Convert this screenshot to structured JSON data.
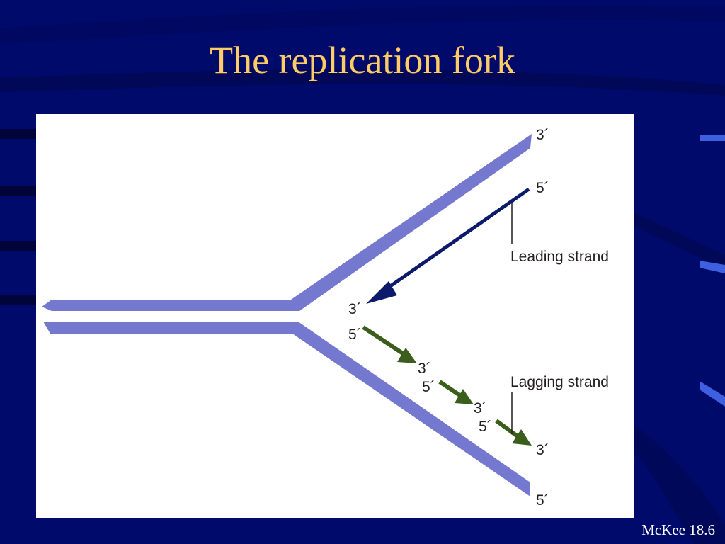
{
  "slide": {
    "title": "The replication fork",
    "credit": "McKee 18.6"
  },
  "diagram": {
    "leading_strand_label": "Leading strand",
    "lagging_strand_label": "Lagging strand",
    "ends": {
      "top_parent_end": "3´",
      "leading_start": "5´",
      "leading_end": "3´",
      "lagging_1_start": "5´",
      "lagging_1_end": "3´",
      "lagging_2_start": "5´",
      "lagging_2_end": "3´",
      "lagging_3_start": "5´",
      "lagging_3_end": "3´",
      "bottom_parent_end": "5´"
    }
  },
  "colors": {
    "background": "#000a6b",
    "title": "#ffcc66",
    "parent_strand": "#7479cf",
    "leading_strand": "#0b1a6b",
    "lagging_strand": "#3b5e1c"
  }
}
